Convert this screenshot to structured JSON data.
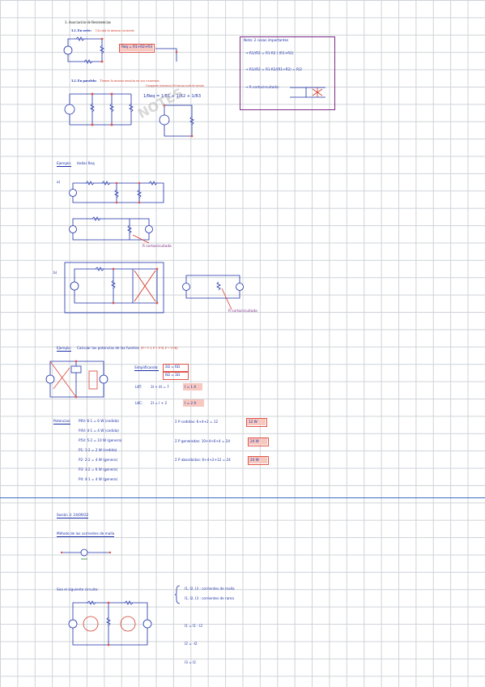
{
  "section1": {
    "title": "3. Asociación de Resistencias",
    "serie_label": "3.1. En serie:",
    "serie_text": "Circula la misma corriente",
    "serie_eq": "Req = R1+R2+R3",
    "paralelo_label": "3.2. En paralelo:",
    "paralelo_text": "Tienen la misma tensión en sus extremos",
    "paralelo_note": "Comparten (extremos) del mismo nodo de tensión"
  },
  "nota": {
    "title": "Nota: 2 cosas importantes",
    "line1": "→ R1//R2 = R1·R2 / (R1+R2)",
    "line2": "→ R1//R2 = R1·R2/(R1+R2) = R/2",
    "line3": "→ R cortocircuitada:"
  },
  "ejemplo1": {
    "title": "Ejemplo:",
    "subtitle": "Hallar Req",
    "mark_a": "a)",
    "mark_b": "b)",
    "note1": "R cortocircuitada",
    "note2": "R cortocircuitada"
  },
  "ejemplo2": {
    "title": "Ejemplo:",
    "text": "Calcular las potencias de las fuentes",
    "red_text": "(P = V·I, P = I²·R, P = V²/R)",
    "label_simplif": "Simplificando:",
    "box1": "2Ω = 6Ω",
    "box2": "6Ω = 3Ω",
    "lk1": "LKT:",
    "lk1_eq": "3I + 4I = 7",
    "lk1_res": "I = 1 A",
    "lk2": "LKC:",
    "lk2_eq": "2I = I + 2",
    "lk2_res": "I = 2 A",
    "potencias_label": "Potencias:",
    "p_lines": [
      "P6V:  6·1 = 6 W (cedida)",
      "P4V:  4·1 = 4 W (cedida)",
      "P5V:  5·2 = 10 W (genera)",
      "P1:  1·2 = 2 W (cedida)",
      "P2:  2·2 = 4 W (genera)",
      "P3:  3·2 = 6 W (genera)",
      "P4:  4·1 = 4 W (genera)"
    ],
    "right_lines": [
      "Σ P cedidas: 6+4+2 = 12",
      "Σ P generadas: 10+4+6+4 = 24",
      "Σ P absorbidas: 6+4+2+12 = 24"
    ],
    "right_boxes": [
      "12 W",
      "24 W",
      "24 W"
    ]
  },
  "sesion": {
    "title": "Sesión 3: 24/09/22",
    "metodo": "Método de las corrientes de malla",
    "analisis": "Sea el siguiente circuito:",
    "brace_line1": "I1, I2, I3 : corrientes de malla",
    "brace_line2": "I1, I2, I3 : corrientes de rama",
    "eq1": "I1 = I1 - I2",
    "eq2": "I2 = -I2",
    "eq3": "I3 = I2"
  },
  "watermark": "NOTES"
}
